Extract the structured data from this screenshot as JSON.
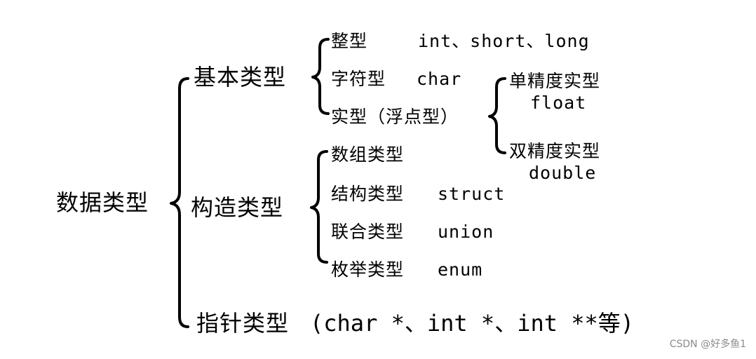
{
  "root": {
    "label": "数据类型"
  },
  "basic": {
    "label": "基本类型",
    "items": {
      "integer": {
        "name": "整型",
        "keywords": "int、short、long"
      },
      "char": {
        "name": "字符型",
        "keywords": "char"
      },
      "real": {
        "name": "实型（浮点型）"
      }
    },
    "real_types": {
      "single": {
        "name": "单精度实型",
        "keyword": "float"
      },
      "double": {
        "name": "双精度实型",
        "keyword": "double"
      }
    }
  },
  "constructed": {
    "label": "构造类型",
    "items": {
      "array": {
        "name": "数组类型",
        "keyword": ""
      },
      "struct": {
        "name": "结构类型",
        "keyword": "struct"
      },
      "union": {
        "name": "联合类型",
        "keyword": "union"
      },
      "enum": {
        "name": "枚举类型",
        "keyword": "enum"
      }
    }
  },
  "pointer": {
    "label": "指针类型",
    "examples": "(char *、int *、int **等)"
  },
  "watermark": "CSDN @好多鱼1"
}
